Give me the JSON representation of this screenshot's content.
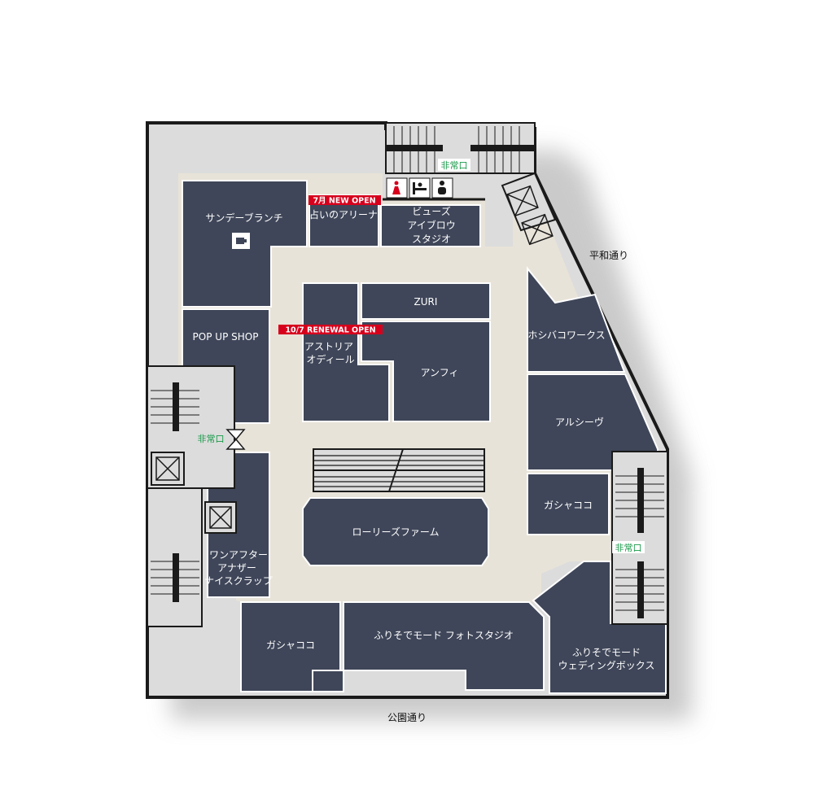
{
  "colors": {
    "store": "#3f4659",
    "corridor": "#e8e3d8",
    "service": "#dcdcdc",
    "wall": "#1a1a1a",
    "badge": "#d6001c",
    "exit_text": "#1a9a4a"
  },
  "stores": {
    "sunday_brunch": {
      "label": "サンデーブランチ",
      "icon": "coffee-cup-icon"
    },
    "uranai_arena": {
      "label": "占いのアリーナ"
    },
    "views_eyebrow": {
      "line1": "ビューズ",
      "line2": "アイブロウ",
      "line3": "スタジオ"
    },
    "zuri": {
      "label": "ZURI"
    },
    "popup_shop": {
      "label": "POP UP SHOP"
    },
    "astoria": {
      "line1": "アストリア",
      "line2": "オディール"
    },
    "anfi": {
      "label": "アンフィ"
    },
    "hoshibako": {
      "label": "ホシバコワークス"
    },
    "arcive": {
      "label": "アルシーヴ"
    },
    "gashacoco_east": {
      "label": "ガシャココ"
    },
    "lowrys_farm": {
      "label": "ローリーズファーム"
    },
    "one_after": {
      "line1": "ワンアフター",
      "line2": "アナザー",
      "line3": "ナイスクラップ"
    },
    "gashacoco_south": {
      "label": "ガシャココ"
    },
    "furisode_photo": {
      "label": "ふりそでモード フォトスタジオ"
    },
    "furisode_wedding": {
      "line1": "ふりそでモード",
      "line2": "ウェディングボックス"
    }
  },
  "badges": {
    "new_open": "7月  NEW OPEN",
    "renewal_open": "10/7 RENEWAL OPEN"
  },
  "exits": {
    "north": "非常口",
    "west": "非常口",
    "east": "非常口"
  },
  "streets": {
    "heiwa": "平和通り",
    "koen": "公園通り"
  },
  "facilities": [
    "restroom-icon",
    "diaper-changing-icon",
    "baby-care-icon",
    "elevator-icon",
    "escalator-icon",
    "stairs-icon"
  ]
}
